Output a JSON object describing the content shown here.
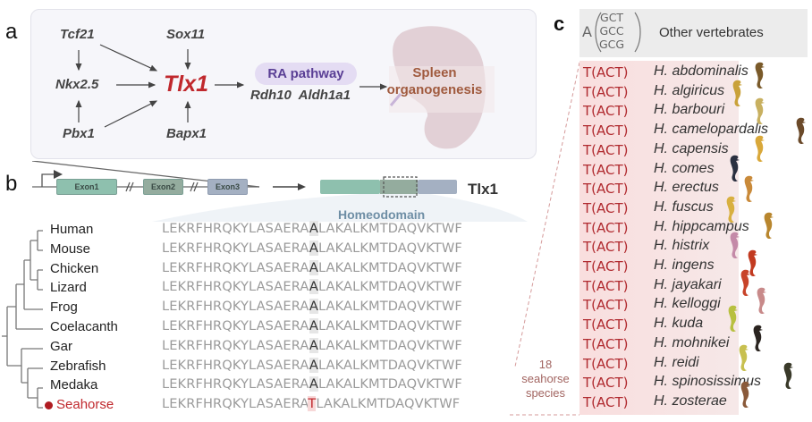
{
  "panel_labels": {
    "a": "a",
    "b": "b",
    "c": "c"
  },
  "panel_a": {
    "regulators": {
      "tcf21": "Tcf21",
      "sox11": "Sox11",
      "nkx25": "Nkx2.5",
      "pbx1": "Pbx1",
      "bapx1": "Bapx1"
    },
    "center_gene": "Tlx1",
    "ra_pathway": "RA pathway",
    "ra_genes": "Rdh10  Aldh1a1",
    "outcome_line1": "Spleen",
    "outcome_line2": "organogenesis",
    "colors": {
      "center": "#c0282d",
      "pathway": "#5a3f95",
      "outcome": "#a05a3e"
    }
  },
  "panel_b": {
    "exons": [
      "Exon1",
      "Exon2",
      "Exon3"
    ],
    "protein_label": "Tlx1",
    "domain_label": "Homeodomain",
    "alignment": [
      {
        "species": "Human",
        "prefix": "LEKRFHRQKYLASAERA",
        "site": "A",
        "suffix": "LAKALKMTDAQVKTWF"
      },
      {
        "species": "Mouse",
        "prefix": "LEKRFHRQKYLASAERA",
        "site": "A",
        "suffix": "LAKALKMTDAQVKTWF"
      },
      {
        "species": "Chicken",
        "prefix": "LEKRFHRQKYLASAERA",
        "site": "A",
        "suffix": "LAKALKMTDAQVKTWF"
      },
      {
        "species": "Lizard",
        "prefix": "LEKRFHRQKYLASAERA",
        "site": "A",
        "suffix": "LAKALKMTDAQVKTWF"
      },
      {
        "species": "Frog",
        "prefix": "LEKRFHRQKYLASAERA",
        "site": "A",
        "suffix": "LAKALKMTDAQVKTWF"
      },
      {
        "species": "Coelacanth",
        "prefix": "LEKRFHRQKYLASAERA",
        "site": "A",
        "suffix": "LAKALKMTDAQVKTWF"
      },
      {
        "species": "Gar",
        "prefix": "LEKRFHRQKYLASAERA",
        "site": "A",
        "suffix": "LAKALKMTDAQVKTWF"
      },
      {
        "species": "Zebrafish",
        "prefix": "LEKRFHRQKYLASAERA",
        "site": "A",
        "suffix": "LAKALKMTDAQVKTWF"
      },
      {
        "species": "Medaka",
        "prefix": "LEKRFHRQKYLASAERA",
        "site": "A",
        "suffix": "LAKALKMTDAQVKTWF"
      },
      {
        "species": "Seahorse",
        "prefix": "LEKRFHRQKYLASAERA",
        "site": "T",
        "suffix": "LAKALKMTDAQVKTWF",
        "highlight": true
      }
    ],
    "seahorse_note": [
      "18",
      "seahorse",
      "species"
    ],
    "colors": {
      "highlight": "#c0282d"
    }
  },
  "panel_c": {
    "other": {
      "aa": "A",
      "codons": [
        "GCT",
        "GCC",
        "GCG"
      ],
      "label": "Other vertebrates"
    },
    "seahorses": [
      {
        "codon": "T(ACT)",
        "name": "H. abdominalis"
      },
      {
        "codon": "T(ACT)",
        "name": "H. algiricus"
      },
      {
        "codon": "T(ACT)",
        "name": "H. barbouri"
      },
      {
        "codon": "T(ACT)",
        "name": "H. camelopardalis"
      },
      {
        "codon": "T(ACT)",
        "name": "H. capensis"
      },
      {
        "codon": "T(ACT)",
        "name": "H. comes"
      },
      {
        "codon": "T(ACT)",
        "name": "H. erectus"
      },
      {
        "codon": "T(ACT)",
        "name": "H. fuscus"
      },
      {
        "codon": "T(ACT)",
        "name": "H. hippcampus"
      },
      {
        "codon": "T(ACT)",
        "name": "H. histrix"
      },
      {
        "codon": "T(ACT)",
        "name": "H. ingens"
      },
      {
        "codon": "T(ACT)",
        "name": "H. jayakari"
      },
      {
        "codon": "T(ACT)",
        "name": "H. kelloggi"
      },
      {
        "codon": "T(ACT)",
        "name": "H. kuda"
      },
      {
        "codon": "T(ACT)",
        "name": "H. mohnikei"
      },
      {
        "codon": "T(ACT)",
        "name": "H. reidi"
      },
      {
        "codon": "T(ACT)",
        "name": "H. spinosissimus"
      },
      {
        "codon": "T(ACT)",
        "name": "H. zosterae"
      }
    ],
    "seahorse_icon_colors": [
      "#7a5a2a",
      "#c9a23a",
      "#c8b060",
      "#6b4a2a",
      "#d9a83a",
      "#2a3040",
      "#c98a3a",
      "#d8b040",
      "#b8862e",
      "#c48aa8",
      "#c23a20",
      "#c8442a",
      "#c88a8a",
      "#b8c040",
      "#2a2420",
      "#c8c050",
      "#3a3a2a",
      "#8a5a3a"
    ]
  }
}
